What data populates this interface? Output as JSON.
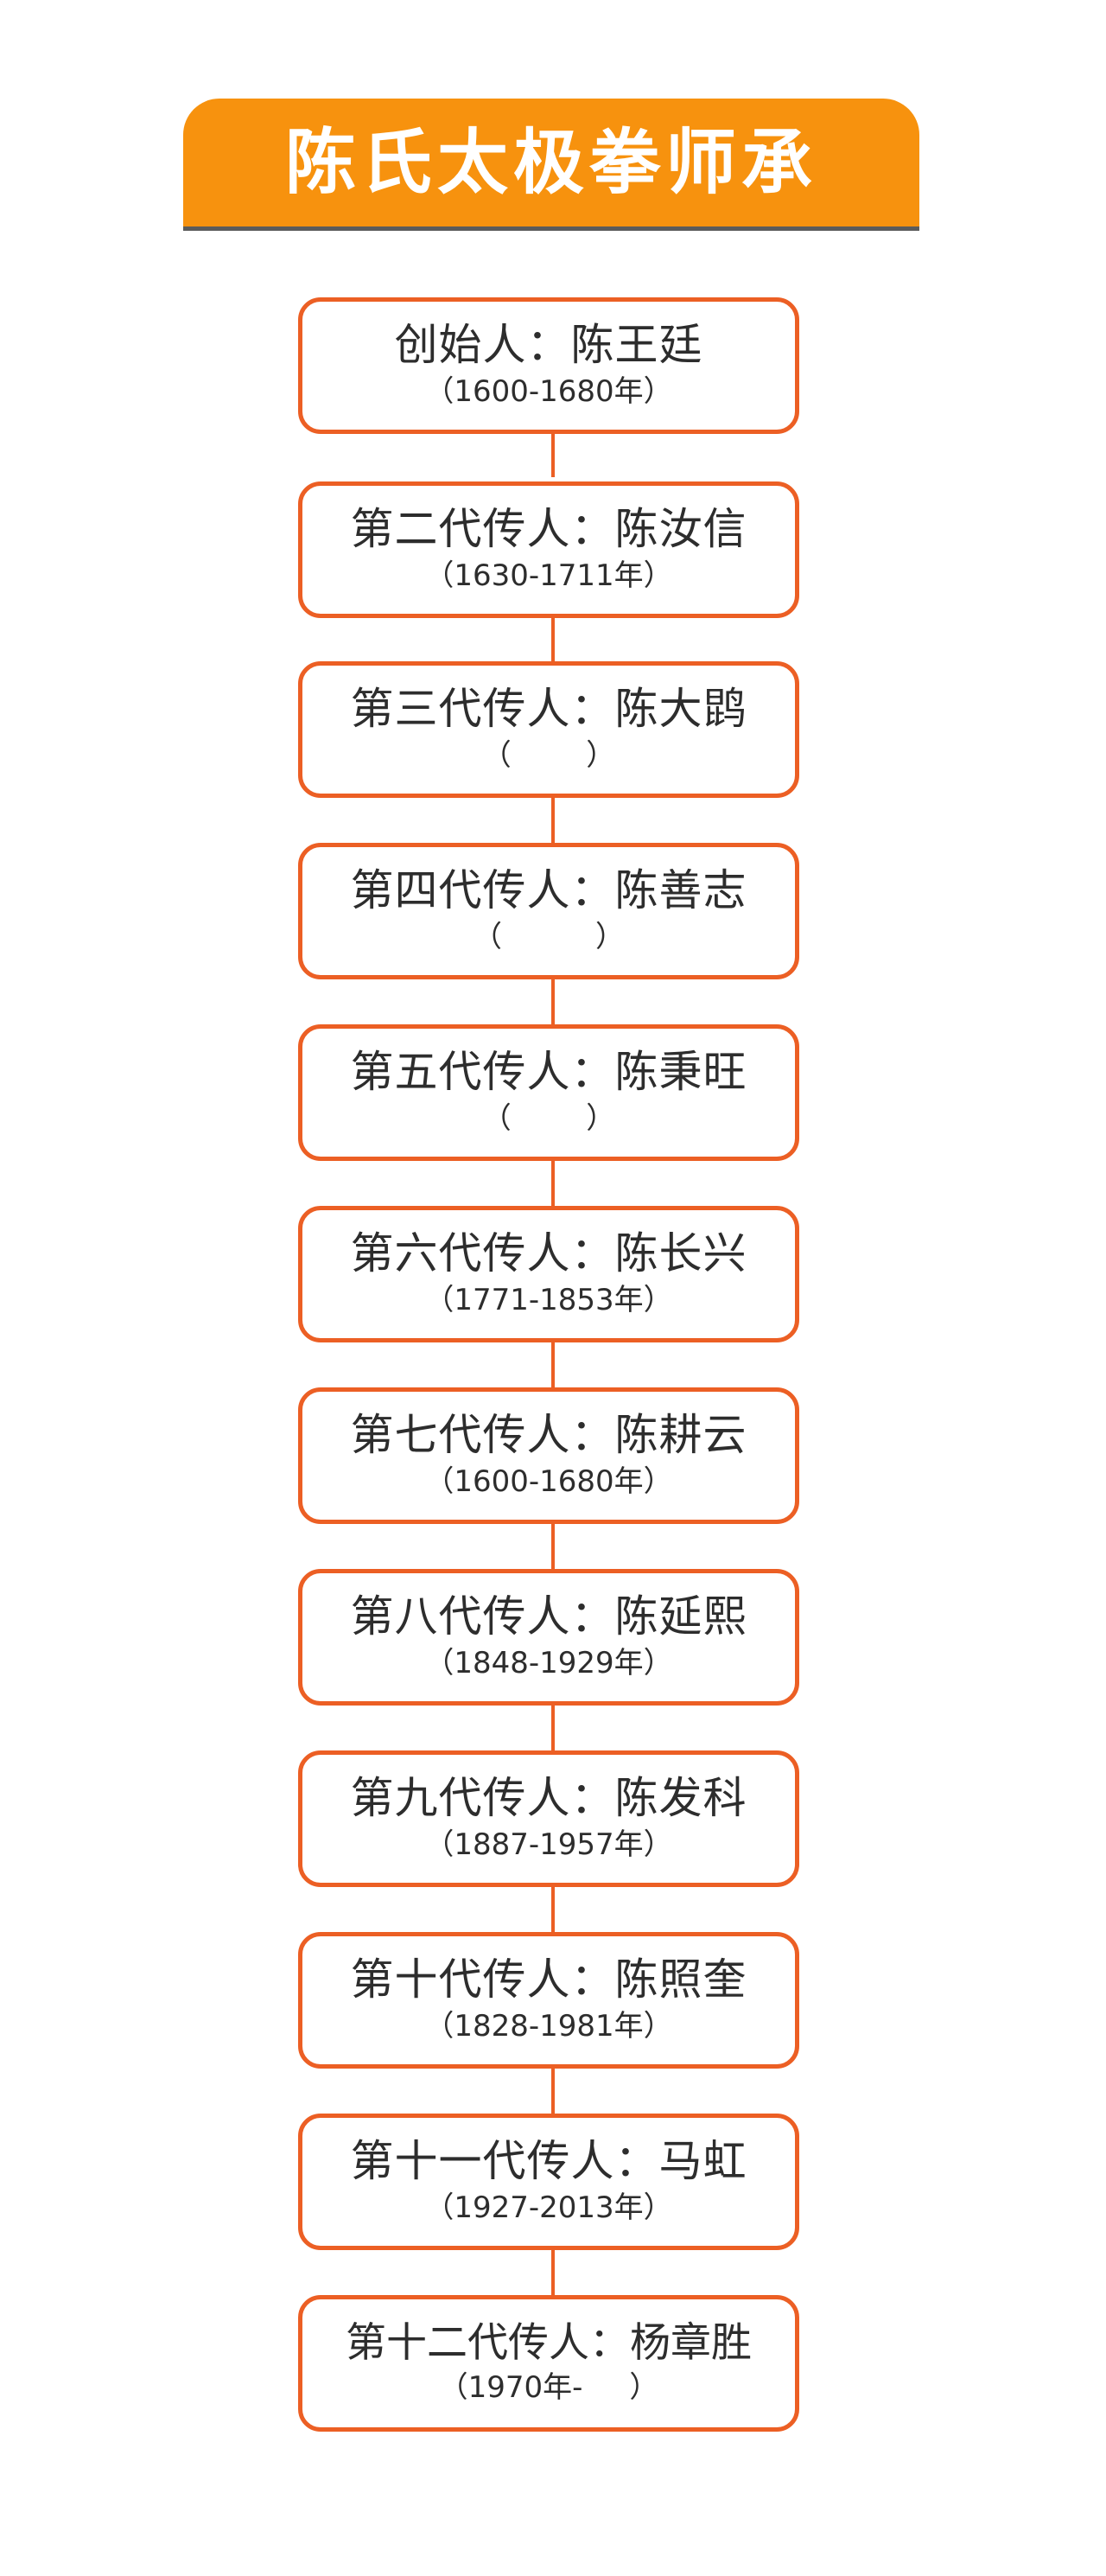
{
  "title": "陈氏太极拳师承",
  "colors": {
    "banner": "#f7920e",
    "border": "#ec5f24",
    "text": "#2d2d2d"
  },
  "nodes": [
    {
      "title": "创始人：陈王廷",
      "dates": "（1600-1680年）"
    },
    {
      "title": "第二代传人：陈汝信",
      "dates": "（1630-1711年）"
    },
    {
      "title": "第三代传人：陈大鹍",
      "dates": "（        ）"
    },
    {
      "title": "第四代传人：陈善志",
      "dates": "（          ）"
    },
    {
      "title": "第五代传人：陈秉旺",
      "dates": "（        ）"
    },
    {
      "title": "第六代传人：陈长兴",
      "dates": "（1771-1853年）"
    },
    {
      "title": "第七代传人：陈耕云",
      "dates": "（1600-1680年）"
    },
    {
      "title": "第八代传人：陈延熙",
      "dates": "（1848-1929年）"
    },
    {
      "title": "第九代传人：陈发科",
      "dates": "（1887-1957年）"
    },
    {
      "title": "第十代传人：陈照奎",
      "dates": "（1828-1981年）"
    },
    {
      "title": "第十一代传人：马虹",
      "dates": "（1927-2013年）"
    },
    {
      "title": "第十二代传人：杨章胜",
      "dates": "（1970年-     ）"
    }
  ]
}
